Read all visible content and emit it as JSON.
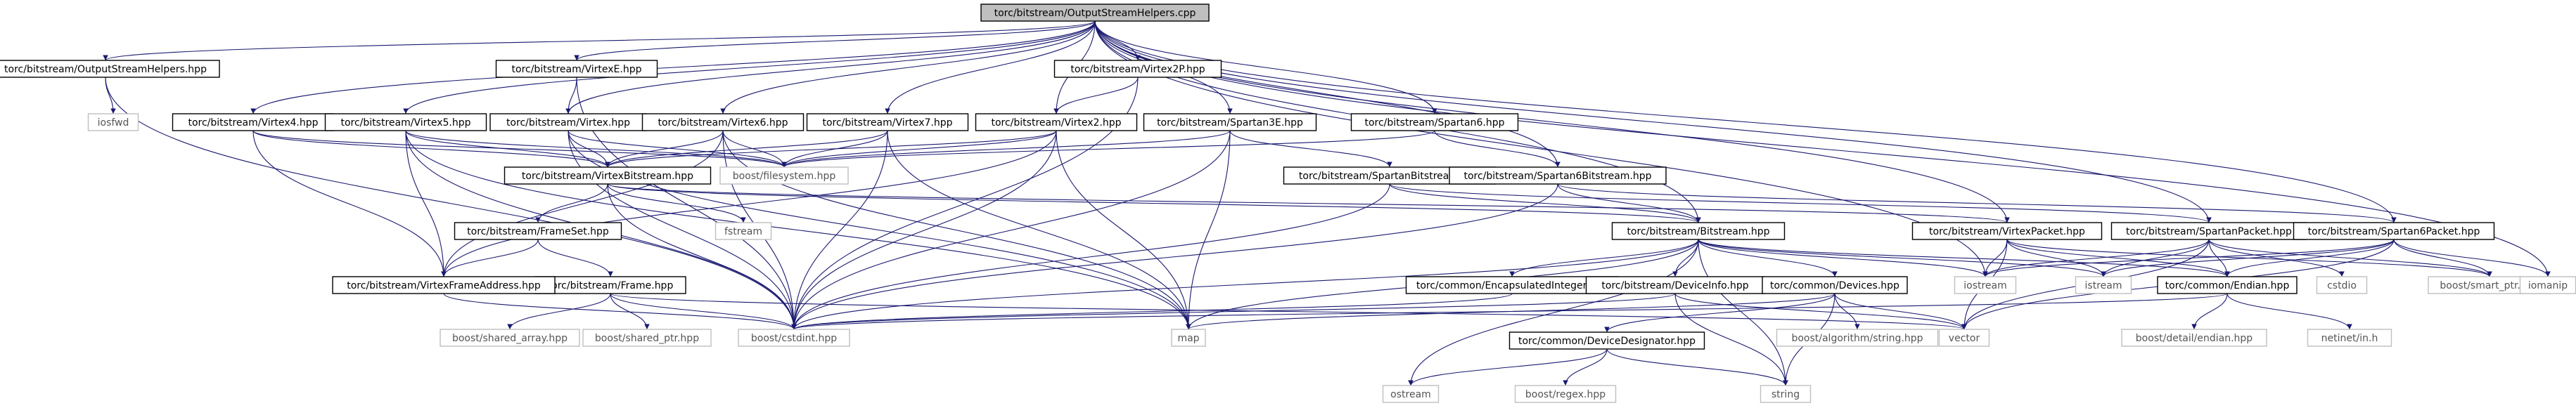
{
  "colors": {
    "edge": "#191970",
    "root_fill": "#bfbfbf",
    "node_border": "#000000",
    "ext_border": "#bfbfbf",
    "text": "#000000"
  },
  "nodes": [
    {
      "id": "root",
      "label": "torc/bitstream/OutputStreamHelpers.cpp",
      "kind": "root"
    },
    {
      "id": "osh",
      "label": "torc/bitstream/OutputStreamHelpers.hpp",
      "kind": "header"
    },
    {
      "id": "v4",
      "label": "torc/bitstream/Virtex4.hpp",
      "kind": "header"
    },
    {
      "id": "v5",
      "label": "torc/bitstream/Virtex5.hpp",
      "kind": "header"
    },
    {
      "id": "ve",
      "label": "torc/bitstream/VirtexE.hpp",
      "kind": "header"
    },
    {
      "id": "vx",
      "label": "torc/bitstream/Virtex.hpp",
      "kind": "header"
    },
    {
      "id": "v6",
      "label": "torc/bitstream/Virtex6.hpp",
      "kind": "header"
    },
    {
      "id": "v7",
      "label": "torc/bitstream/Virtex7.hpp",
      "kind": "header"
    },
    {
      "id": "v2p",
      "label": "torc/bitstream/Virtex2P.hpp",
      "kind": "header"
    },
    {
      "id": "v2",
      "label": "torc/bitstream/Virtex2.hpp",
      "kind": "header"
    },
    {
      "id": "s3e",
      "label": "torc/bitstream/Spartan3E.hpp",
      "kind": "header"
    },
    {
      "id": "s6",
      "label": "torc/bitstream/Spartan6.hpp",
      "kind": "header"
    },
    {
      "id": "sbs",
      "label": "torc/bitstream/SpartanBitstream.hpp",
      "kind": "header"
    },
    {
      "id": "s6bs",
      "label": "torc/bitstream/Spartan6Bitstream.hpp",
      "kind": "header"
    },
    {
      "id": "vbs",
      "label": "torc/bitstream/VirtexBitstream.hpp",
      "kind": "header"
    },
    {
      "id": "fs",
      "label": "torc/bitstream/FrameSet.hpp",
      "kind": "header"
    },
    {
      "id": "fr",
      "label": "torc/bitstream/Frame.hpp",
      "kind": "header"
    },
    {
      "id": "vfa",
      "label": "torc/bitstream/VirtexFrameAddress.hpp",
      "kind": "header"
    },
    {
      "id": "bs",
      "label": "torc/bitstream/Bitstream.hpp",
      "kind": "header"
    },
    {
      "id": "vp",
      "label": "torc/bitstream/VirtexPacket.hpp",
      "kind": "header"
    },
    {
      "id": "sp",
      "label": "torc/bitstream/SpartanPacket.hpp",
      "kind": "header"
    },
    {
      "id": "s6p",
      "label": "torc/bitstream/Spartan6Packet.hpp",
      "kind": "header"
    },
    {
      "id": "ei",
      "label": "torc/common/EncapsulatedInteger.hpp",
      "kind": "header"
    },
    {
      "id": "di",
      "label": "torc/bitstream/DeviceInfo.hpp",
      "kind": "header"
    },
    {
      "id": "dev",
      "label": "torc/common/Devices.hpp",
      "kind": "header"
    },
    {
      "id": "end",
      "label": "torc/common/Endian.hpp",
      "kind": "header"
    },
    {
      "id": "dd",
      "label": "torc/common/DeviceDesignator.hpp",
      "kind": "header"
    },
    {
      "id": "iosfwd",
      "label": "iosfwd",
      "kind": "ext"
    },
    {
      "id": "fsys",
      "label": "boost/filesystem.hpp",
      "kind": "ext"
    },
    {
      "id": "fstream",
      "label": "fstream",
      "kind": "ext"
    },
    {
      "id": "cstdint",
      "label": "boost/cstdint.hpp",
      "kind": "ext"
    },
    {
      "id": "sarr",
      "label": "boost/shared_array.hpp",
      "kind": "ext"
    },
    {
      "id": "sptr",
      "label": "boost/shared_ptr.hpp",
      "kind": "ext"
    },
    {
      "id": "map",
      "label": "map",
      "kind": "ext"
    },
    {
      "id": "ostream",
      "label": "ostream",
      "kind": "ext"
    },
    {
      "id": "regex",
      "label": "boost/regex.hpp",
      "kind": "ext"
    },
    {
      "id": "string",
      "label": "string",
      "kind": "ext"
    },
    {
      "id": "algo",
      "label": "boost/algorithm/string.hpp",
      "kind": "ext"
    },
    {
      "id": "vector",
      "label": "vector",
      "kind": "ext"
    },
    {
      "id": "iostream",
      "label": "iostream",
      "kind": "ext"
    },
    {
      "id": "istream",
      "label": "istream",
      "kind": "ext"
    },
    {
      "id": "cstdio",
      "label": "cstdio",
      "kind": "ext"
    },
    {
      "id": "smart",
      "label": "boost/smart_ptr.hpp",
      "kind": "ext"
    },
    {
      "id": "dend",
      "label": "boost/detail/endian.hpp",
      "kind": "ext"
    },
    {
      "id": "netinet",
      "label": "netinet/in.h",
      "kind": "ext"
    },
    {
      "id": "iomanip",
      "label": "iomanip",
      "kind": "ext"
    }
  ],
  "edges": [
    [
      "root",
      "osh"
    ],
    [
      "root",
      "v4"
    ],
    [
      "root",
      "v5"
    ],
    [
      "root",
      "ve"
    ],
    [
      "root",
      "vx"
    ],
    [
      "root",
      "v6"
    ],
    [
      "root",
      "v7"
    ],
    [
      "root",
      "v2p"
    ],
    [
      "root",
      "v2"
    ],
    [
      "root",
      "s3e"
    ],
    [
      "root",
      "s6"
    ],
    [
      "root",
      "s6bs"
    ],
    [
      "root",
      "bs"
    ],
    [
      "root",
      "vp"
    ],
    [
      "root",
      "sp"
    ],
    [
      "root",
      "s6p"
    ],
    [
      "root",
      "iostream"
    ],
    [
      "root",
      "iomanip"
    ],
    [
      "osh",
      "iosfwd"
    ],
    [
      "osh",
      "cstdint"
    ],
    [
      "v4",
      "vbs"
    ],
    [
      "v4",
      "vfa"
    ],
    [
      "v4",
      "fsys"
    ],
    [
      "v5",
      "vbs"
    ],
    [
      "v5",
      "vfa"
    ],
    [
      "v5",
      "cstdint"
    ],
    [
      "v5",
      "map"
    ],
    [
      "v5",
      "fsys"
    ],
    [
      "ve",
      "vx"
    ],
    [
      "ve",
      "cstdint"
    ],
    [
      "vx",
      "vbs"
    ],
    [
      "vx",
      "cstdint"
    ],
    [
      "vx",
      "fsys"
    ],
    [
      "vx",
      "map"
    ],
    [
      "v6",
      "vbs"
    ],
    [
      "v6",
      "vfa"
    ],
    [
      "v6",
      "cstdint"
    ],
    [
      "v6",
      "map"
    ],
    [
      "v6",
      "fsys"
    ],
    [
      "v7",
      "vbs"
    ],
    [
      "v7",
      "cstdint"
    ],
    [
      "v7",
      "map"
    ],
    [
      "v7",
      "fsys"
    ],
    [
      "v2p",
      "v2"
    ],
    [
      "v2p",
      "cstdint"
    ],
    [
      "v2",
      "vbs"
    ],
    [
      "v2",
      "vfa"
    ],
    [
      "v2",
      "cstdint"
    ],
    [
      "v2",
      "map"
    ],
    [
      "v2",
      "fsys"
    ],
    [
      "s3e",
      "sbs"
    ],
    [
      "s3e",
      "cstdint"
    ],
    [
      "s3e",
      "map"
    ],
    [
      "s3e",
      "fsys"
    ],
    [
      "s6",
      "s6bs"
    ],
    [
      "s6",
      "fsys"
    ],
    [
      "sbs",
      "bs"
    ],
    [
      "sbs",
      "sp"
    ],
    [
      "sbs",
      "cstdint"
    ],
    [
      "s6bs",
      "bs"
    ],
    [
      "s6bs",
      "s6p"
    ],
    [
      "s6bs",
      "cstdint"
    ],
    [
      "vbs",
      "bs"
    ],
    [
      "vbs",
      "vp"
    ],
    [
      "vbs",
      "fs"
    ],
    [
      "vbs",
      "fstream"
    ],
    [
      "vbs",
      "cstdint"
    ],
    [
      "fs",
      "fr"
    ],
    [
      "fs",
      "vfa"
    ],
    [
      "fr",
      "cstdint"
    ],
    [
      "fr",
      "sarr"
    ],
    [
      "fr",
      "sptr"
    ],
    [
      "fr",
      "vector"
    ],
    [
      "vfa",
      "cstdint"
    ],
    [
      "bs",
      "ei"
    ],
    [
      "bs",
      "di"
    ],
    [
      "bs",
      "dev"
    ],
    [
      "bs",
      "end"
    ],
    [
      "bs",
      "cstdint"
    ],
    [
      "bs",
      "map"
    ],
    [
      "bs",
      "ostream"
    ],
    [
      "bs",
      "string"
    ],
    [
      "bs",
      "iostream"
    ],
    [
      "bs",
      "istream"
    ],
    [
      "vp",
      "end"
    ],
    [
      "vp",
      "istream"
    ],
    [
      "vp",
      "iostream"
    ],
    [
      "vp",
      "vector"
    ],
    [
      "vp",
      "smart"
    ],
    [
      "sp",
      "end"
    ],
    [
      "sp",
      "istream"
    ],
    [
      "sp",
      "iostream"
    ],
    [
      "sp",
      "vector"
    ],
    [
      "sp",
      "cstdio"
    ],
    [
      "sp",
      "smart"
    ],
    [
      "s6p",
      "end"
    ],
    [
      "s6p",
      "istream"
    ],
    [
      "s6p",
      "iostream"
    ],
    [
      "s6p",
      "vector"
    ],
    [
      "s6p",
      "smart"
    ],
    [
      "s6p",
      "iomanip"
    ],
    [
      "ei",
      "cstdint"
    ],
    [
      "di",
      "cstdint"
    ],
    [
      "di",
      "vector"
    ],
    [
      "di",
      "string"
    ],
    [
      "dev",
      "dd"
    ],
    [
      "dev",
      "map"
    ],
    [
      "dev",
      "vector"
    ],
    [
      "dev",
      "string"
    ],
    [
      "dev",
      "algo"
    ],
    [
      "end",
      "dend"
    ],
    [
      "end",
      "netinet"
    ],
    [
      "end",
      "cstdint"
    ],
    [
      "dd",
      "regex"
    ],
    [
      "dd",
      "string"
    ],
    [
      "dd",
      "ostream"
    ]
  ]
}
